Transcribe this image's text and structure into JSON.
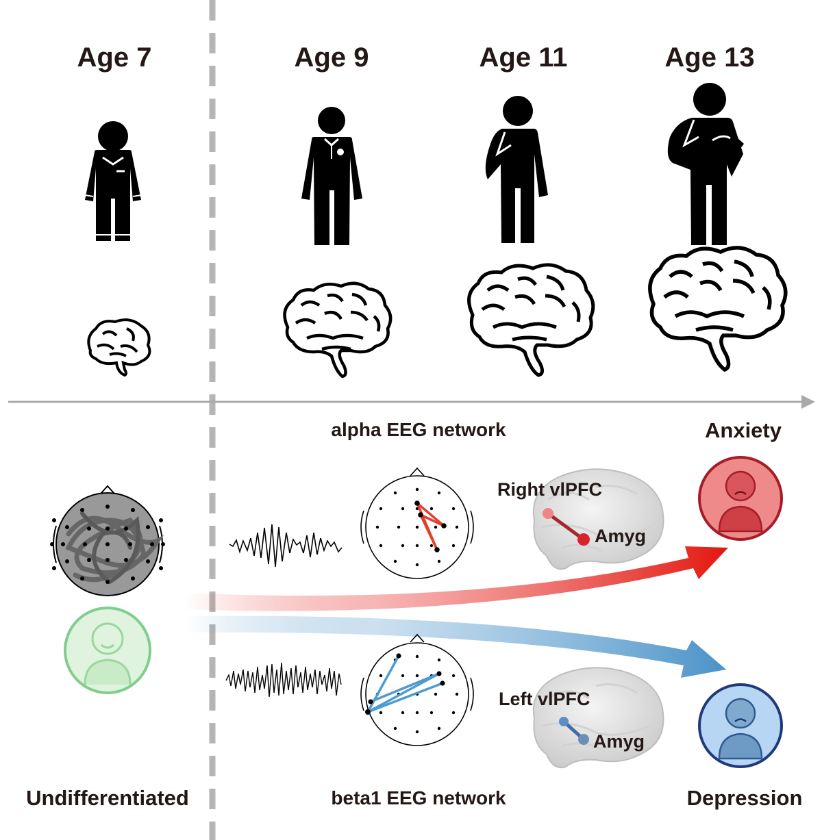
{
  "ages": [
    "Age 7",
    "Age 9",
    "Age 11",
    "Age 13"
  ],
  "alpha": {
    "title": "alpha EEG network",
    "region": "Right vlPFC",
    "target": "Amyg"
  },
  "beta": {
    "title": "beta1 EEG network",
    "region": "Left vlPFC",
    "target": "Amyg"
  },
  "outcomes": {
    "anxiety": "Anxiety",
    "depression": "Depression",
    "baseline": "Undifferentiated"
  },
  "colors": {
    "text": "#231815",
    "divider": "#b5b5b5",
    "timeline": "#a9a9a9",
    "anxiety_fill": "#ee8a8a",
    "anxiety_ring": "#a61c28",
    "anxiety_arrow": "#e8251d",
    "depression_fill": "#b7d6f4",
    "depression_ring": "#1f3a7a",
    "depression_arrow": "#4e96cc",
    "undiff_fill": "#dff3de",
    "undiff_ring": "#7fcf8c"
  }
}
